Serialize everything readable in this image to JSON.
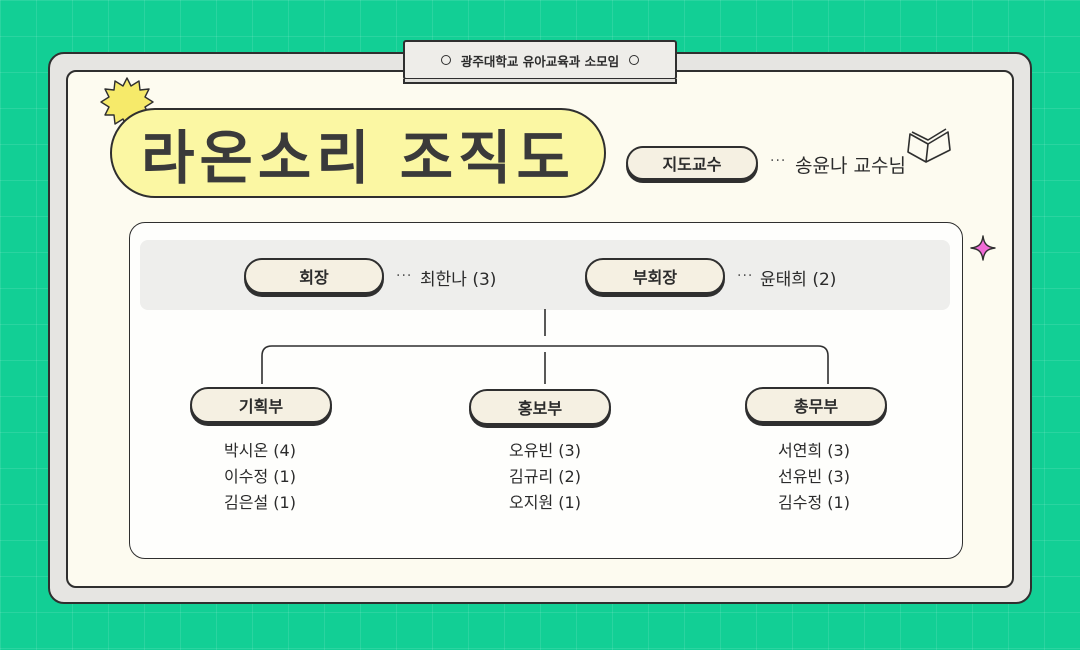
{
  "header": {
    "tab_text": "광주대학교 유아교육과 소모임",
    "title": "라온소리 조직도"
  },
  "advisor": {
    "role": "지도교수",
    "dots": "···",
    "name": "송윤나 교수님"
  },
  "leaders": [
    {
      "role": "회장",
      "dots": "···",
      "name": "최한나 (3)"
    },
    {
      "role": "부회장",
      "dots": "···",
      "name": "윤태희 (2)"
    }
  ],
  "departments": [
    {
      "name": "기획부",
      "members": [
        "박시온 (4)",
        "이수정 (1)",
        "김은설 (1)"
      ]
    },
    {
      "name": "홍보부",
      "members": [
        "오유빈 (3)",
        "김규리 (2)",
        "오지원 (1)"
      ]
    },
    {
      "name": "총무부",
      "members": [
        "서연희 (3)",
        "선유빈 (3)",
        "김수정 (1)"
      ]
    }
  ],
  "icons": {
    "decor_burst": "burst-icon",
    "book": "book-icon",
    "sparkle": "sparkle-icon"
  },
  "colors": {
    "background": "#12cf95",
    "title_pill": "#fbf7a3",
    "pill_fill": "#f5f0e2",
    "card_fill": "#fdfbf0",
    "sparkle": "#f06bd6",
    "burst": "#f6ea6a"
  }
}
